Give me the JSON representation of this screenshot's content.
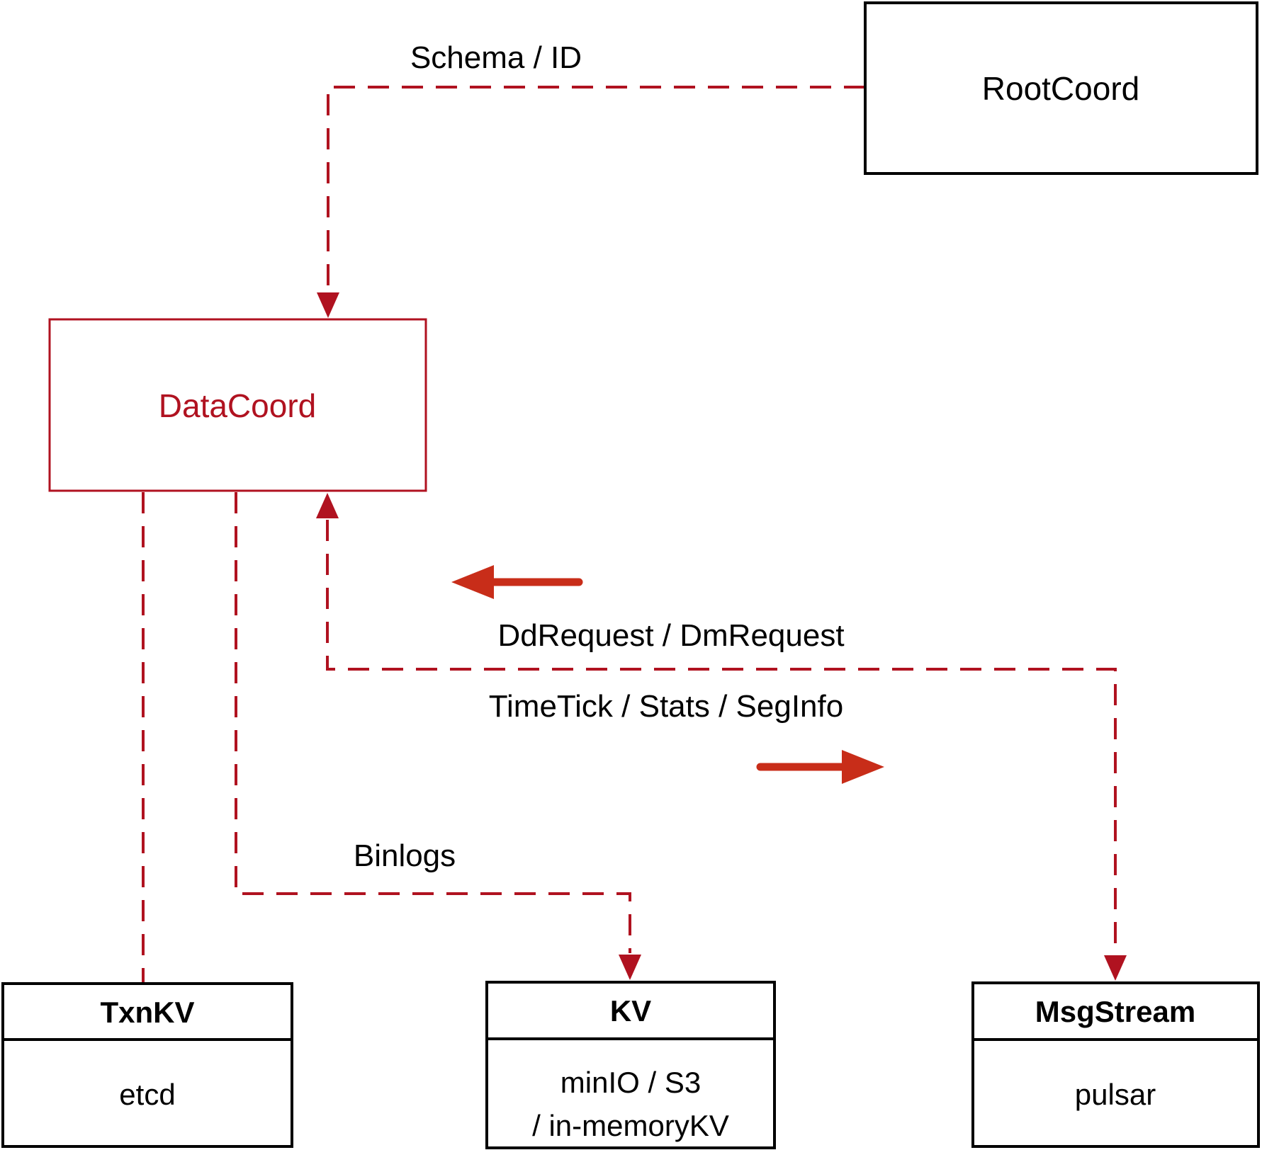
{
  "nodes": {
    "rootcoord": {
      "label": "RootCoord"
    },
    "datacoord": {
      "label": "DataCoord"
    },
    "txnkv": {
      "title": "TxnKV",
      "body": "etcd"
    },
    "kv": {
      "title": "KV",
      "body_line1": "minIO / S3",
      "body_line2": "/ in-memoryKV"
    },
    "msgstream": {
      "title": "MsgStream",
      "body": "pulsar"
    }
  },
  "edges": {
    "schema_id": {
      "label": "Schema / ID"
    },
    "dd_dm_request": {
      "label": "DdRequest / DmRequest"
    },
    "timetick_stats_seginfo": {
      "label": "TimeTick / Stats / SegInfo"
    },
    "binlogs": {
      "label": "Binlogs"
    }
  },
  "colors": {
    "connector_red": "#b01220",
    "solid_arrow_red": "#c82d19",
    "box_border_black": "#000000",
    "background": "#ffffff"
  }
}
